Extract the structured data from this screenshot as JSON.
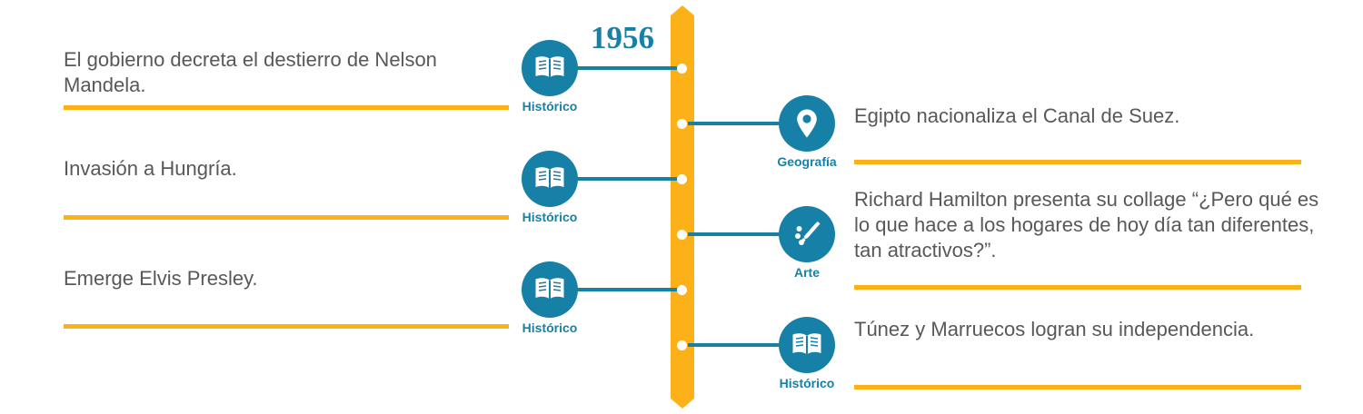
{
  "year": "1956",
  "colors": {
    "accent_yellow": "#FBB117",
    "teal": "#1780A6",
    "text_gray": "#58585A"
  },
  "events": {
    "left": [
      {
        "text": "El gobierno decreta el destierro de Nelson Mandela.",
        "category": "Histórico",
        "icon": "open-book-icon"
      },
      {
        "text": "Invasión a Hungría.",
        "category": "Histórico",
        "icon": "open-book-icon"
      },
      {
        "text": "Emerge Elvis Presley.",
        "category": "Histórico",
        "icon": "open-book-icon"
      }
    ],
    "right": [
      {
        "text": "Egipto nacionaliza el Canal de Suez.",
        "category": "Geografía",
        "icon": "map-pin-icon"
      },
      {
        "text": "Richard Hamilton presenta su collage “¿Pero qué es lo que hace a los hogares de hoy día tan diferentes, tan atractivos?”.",
        "category": "Arte",
        "icon": "paintbrush-icon"
      },
      {
        "text": "Túnez y Marruecos logran su independencia.",
        "category": "Histórico",
        "icon": "open-book-icon"
      }
    ]
  }
}
